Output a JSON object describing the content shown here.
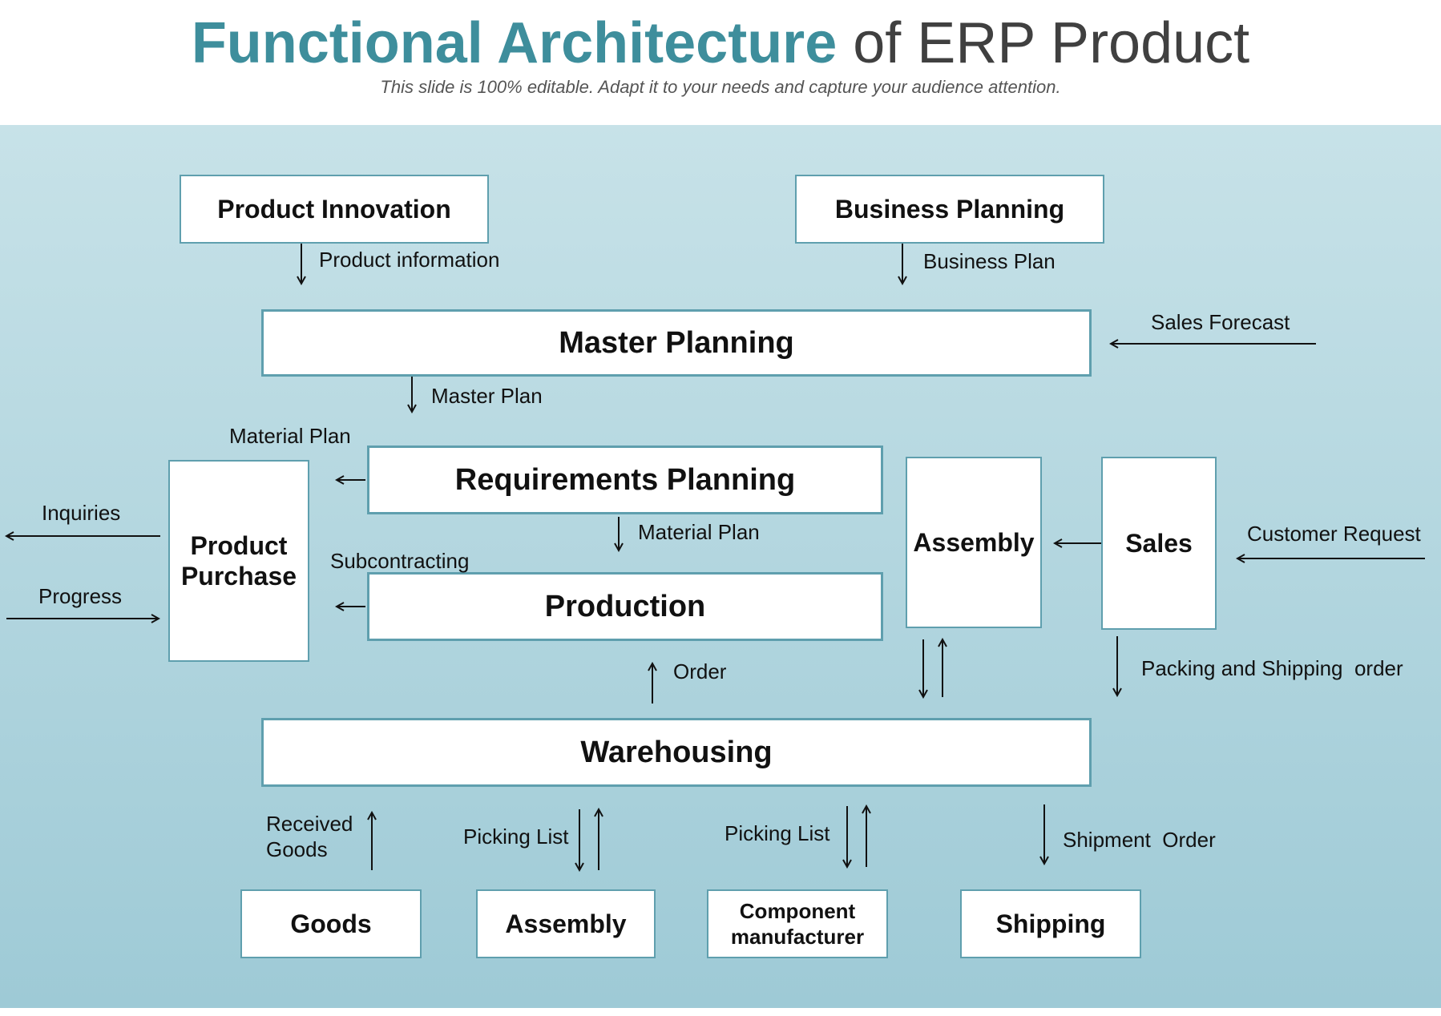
{
  "header": {
    "title_accent": "Functional Architecture",
    "title_rest": " of ERP Product",
    "subtitle": "This slide is 100% editable. Adapt it to your needs and capture your audience attention."
  },
  "nodes": {
    "product_innovation": "Product Innovation",
    "business_planning": "Business Planning",
    "master_planning": "Master Planning",
    "requirements_planning": "Requirements Planning",
    "production": "Production",
    "product_purchase": "Product Purchase",
    "assembly_top": "Assembly",
    "sales": "Sales",
    "warehousing": "Warehousing",
    "goods": "Goods",
    "assembly_bottom": "Assembly",
    "component_manufacturer": "Component manufacturer",
    "shipping": "Shipping"
  },
  "labels": {
    "product_information": "Product information",
    "business_plan": "Business Plan",
    "sales_forecast": "Sales Forecast",
    "master_plan": "Master Plan",
    "material_plan_top": "Material Plan",
    "material_plan_mid": "Material Plan",
    "inquiries": "Inquiries",
    "progress": "Progress",
    "subcontracting": "Subcontracting",
    "customer_request": "Customer Request",
    "order": "Order",
    "packing_shipping_order": "Packing and Shipping  order",
    "received_goods": "Received Goods",
    "picking_list_1": "Picking List",
    "picking_list_2": "Picking List",
    "shipment_order": "Shipment  Order"
  },
  "colors": {
    "title_accent": "#3e8e9c",
    "panel_top": "#c7e2e8",
    "panel_bottom": "#9ecad6",
    "box_border": "#5f9fae",
    "arrow": "#111111"
  }
}
